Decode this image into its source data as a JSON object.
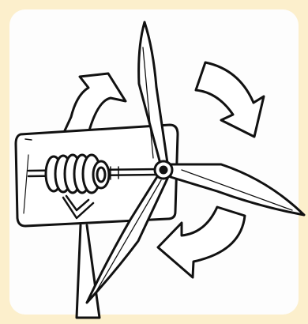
{
  "image": {
    "subject": "wind-turbine-generator",
    "colors": {
      "border": "#fcefcc",
      "panel": "#fdfdfd",
      "ink": "#111111",
      "fill": "#ffffff"
    },
    "components": [
      "tower",
      "nacelle-housing",
      "generator-coil",
      "drive-shaft",
      "hub",
      "blades",
      "rotation-arrows"
    ],
    "rotation_direction": "clockwise",
    "blade_count": 3,
    "rotation_arrow_count": 3
  }
}
